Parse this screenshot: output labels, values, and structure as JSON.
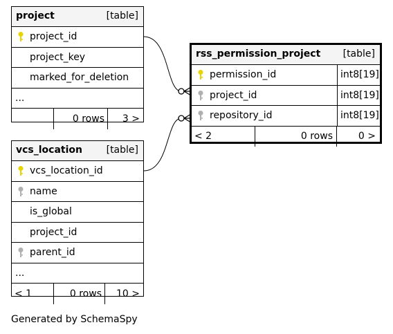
{
  "tables": {
    "project": {
      "name": "project",
      "kind": "[table]",
      "columns": [
        {
          "name": "project_id",
          "key": "primary"
        },
        {
          "name": "project_key",
          "key": "none"
        },
        {
          "name": "marked_for_deletion",
          "key": "none"
        }
      ],
      "more": "...",
      "footer": {
        "left": "",
        "rows": "0 rows",
        "right": "3 >"
      }
    },
    "vcs_location": {
      "name": "vcs_location",
      "kind": "[table]",
      "columns": [
        {
          "name": "vcs_location_id",
          "key": "primary"
        },
        {
          "name": "name",
          "key": "foreign"
        },
        {
          "name": "is_global",
          "key": "none"
        },
        {
          "name": "project_id",
          "key": "none"
        },
        {
          "name": "parent_id",
          "key": "foreign"
        }
      ],
      "more": "...",
      "footer": {
        "left": "< 1",
        "rows": "0 rows",
        "right": "10 >"
      }
    },
    "rss_permission_project": {
      "name": "rss_permission_project",
      "kind": "[table]",
      "columns": [
        {
          "name": "permission_id",
          "type": "int8[19]",
          "key": "primary"
        },
        {
          "name": "project_id",
          "type": "int8[19]",
          "key": "foreign"
        },
        {
          "name": "repository_id",
          "type": "int8[19]",
          "key": "foreign"
        }
      ],
      "footer": {
        "left": "< 2",
        "rows": "0 rows",
        "right": "0 >"
      }
    }
  },
  "colors": {
    "primary_key": "#e8d400",
    "foreign_key": "#b0b0b0",
    "header_bg": "#f4f4f4"
  },
  "credit": "Generated by SchemaSpy"
}
